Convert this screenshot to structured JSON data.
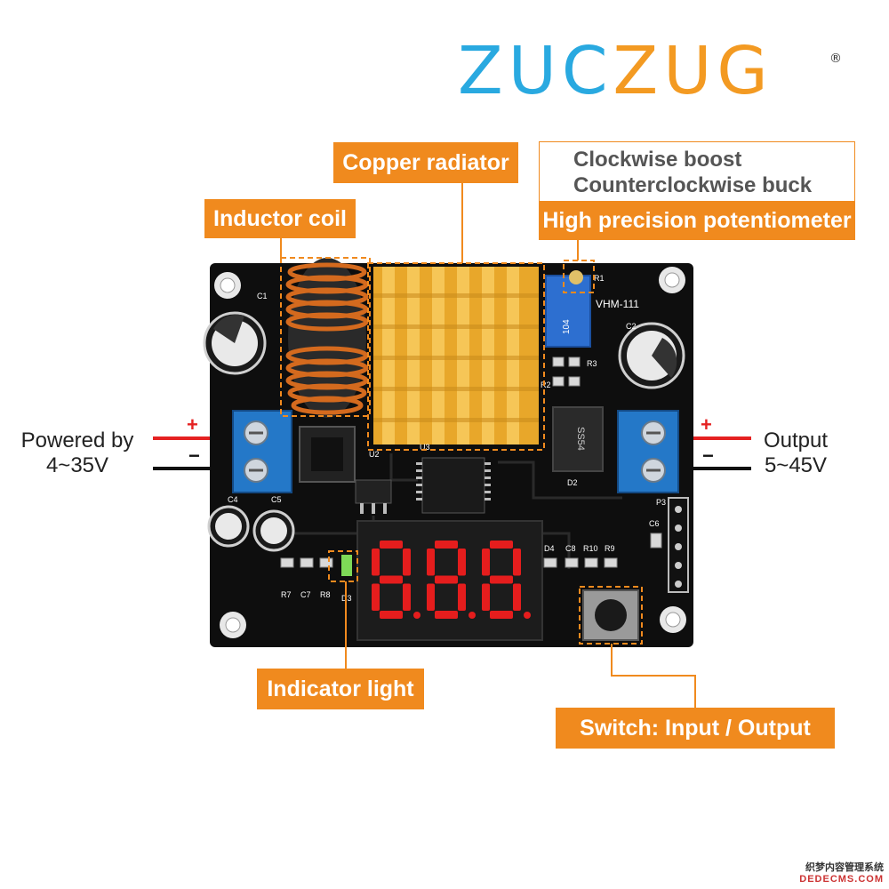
{
  "brand": {
    "part1": "ZUC",
    "part2": "ZUG",
    "registered": "®"
  },
  "callouts": {
    "copper_radiator": "Copper radiator",
    "inductor_coil": "Inductor coil",
    "potentiometer": "High precision potentiometer",
    "potentiometer_note_1": "Clockwise boost",
    "potentiometer_note_2": "Counterclockwise buck",
    "indicator_light": "Indicator light",
    "switch": "Switch: Input / Output"
  },
  "input": {
    "label": "Powered by",
    "range": "4~35V",
    "plus": "+",
    "minus": "−"
  },
  "output": {
    "label": "Output",
    "range": "5~45V",
    "plus": "+",
    "minus": "−"
  },
  "board": {
    "model": "VHM-111",
    "pot_code": "104",
    "diode_code": "SS54",
    "display": "888",
    "silkscreen": [
      "C1",
      "R1",
      "C2",
      "R3",
      "R2",
      "U3",
      "U2",
      "C4",
      "C5",
      "D2",
      "P3",
      "C6",
      "D4",
      "C8",
      "R10",
      "R9",
      "R7",
      "C7",
      "R8",
      "D3"
    ]
  },
  "colors": {
    "accent": "#f08a1e",
    "brand_blue": "#29a9e0",
    "brand_orange": "#f39a22",
    "pcb": "#0e0e0e",
    "terminal": "#2478c8",
    "heatsink": "#f2b63a",
    "segment": "#e51d1d",
    "wire_red": "#e52222",
    "wire_black": "#111111"
  },
  "icons": [
    "registered-mark",
    "plus-symbol",
    "minus-symbol"
  ],
  "watermark": {
    "line1": "织梦内容管理系统",
    "line2": "DEDECMS.COM"
  }
}
